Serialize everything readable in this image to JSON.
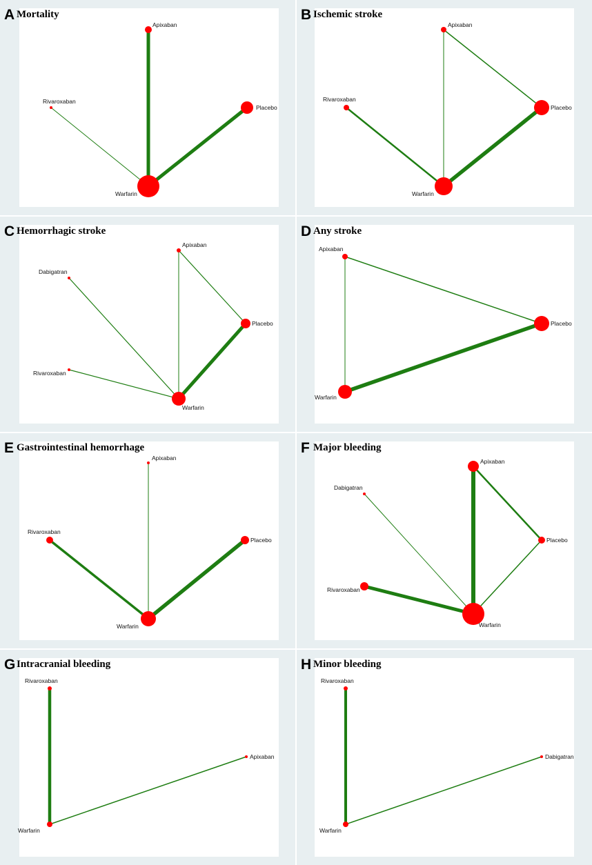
{
  "panels": [
    {
      "letter": "A",
      "title": "Mortality",
      "nodes": [
        {
          "name": "Apixaban",
          "size": 5
        },
        {
          "name": "Placebo",
          "size": 9
        },
        {
          "name": "Rivaroxaban",
          "size": 2
        },
        {
          "name": "Warfarin",
          "size": 16
        }
      ],
      "edges": [
        {
          "from": "Apixaban",
          "to": "Warfarin",
          "weight": 5
        },
        {
          "from": "Placebo",
          "to": "Warfarin",
          "weight": 5
        },
        {
          "from": "Rivaroxaban",
          "to": "Warfarin",
          "weight": 1
        }
      ]
    },
    {
      "letter": "B",
      "title": "Ischemic stroke",
      "nodes": [
        {
          "name": "Apixaban",
          "size": 4
        },
        {
          "name": "Rivaroxaban",
          "size": 4
        },
        {
          "name": "Placebo",
          "size": 11
        },
        {
          "name": "Warfarin",
          "size": 13
        }
      ],
      "edges": [
        {
          "from": "Apixaban",
          "to": "Placebo",
          "weight": 1.5
        },
        {
          "from": "Apixaban",
          "to": "Warfarin",
          "weight": 1
        },
        {
          "from": "Rivaroxaban",
          "to": "Warfarin",
          "weight": 2.5
        },
        {
          "from": "Placebo",
          "to": "Warfarin",
          "weight": 5.5
        }
      ]
    },
    {
      "letter": "C",
      "title": "Hemorrhagic stroke",
      "nodes": [
        {
          "name": "Apixaban",
          "size": 3
        },
        {
          "name": "Dabigatran",
          "size": 2
        },
        {
          "name": "Placebo",
          "size": 7
        },
        {
          "name": "Rivaroxaban",
          "size": 2
        },
        {
          "name": "Warfarin",
          "size": 10
        }
      ],
      "edges": [
        {
          "from": "Apixaban",
          "to": "Placebo",
          "weight": 1.2
        },
        {
          "from": "Apixaban",
          "to": "Warfarin",
          "weight": 1
        },
        {
          "from": "Dabigatran",
          "to": "Warfarin",
          "weight": 1.2
        },
        {
          "from": "Rivaroxaban",
          "to": "Warfarin",
          "weight": 1.2
        },
        {
          "from": "Placebo",
          "to": "Warfarin",
          "weight": 5
        }
      ]
    },
    {
      "letter": "D",
      "title": "Any stroke",
      "nodes": [
        {
          "name": "Apixaban",
          "size": 4
        },
        {
          "name": "Placebo",
          "size": 11
        },
        {
          "name": "Warfarin",
          "size": 10
        }
      ],
      "edges": [
        {
          "from": "Apixaban",
          "to": "Placebo",
          "weight": 1.5
        },
        {
          "from": "Apixaban",
          "to": "Warfarin",
          "weight": 1
        },
        {
          "from": "Placebo",
          "to": "Warfarin",
          "weight": 5.5
        }
      ]
    },
    {
      "letter": "E",
      "title": "Gastrointestinal hemorrhage",
      "nodes": [
        {
          "name": "Apixaban",
          "size": 2
        },
        {
          "name": "Rivaroxaban",
          "size": 5
        },
        {
          "name": "Placebo",
          "size": 6
        },
        {
          "name": "Warfarin",
          "size": 11
        }
      ],
      "edges": [
        {
          "from": "Apixaban",
          "to": "Warfarin",
          "weight": 1
        },
        {
          "from": "Rivaroxaban",
          "to": "Warfarin",
          "weight": 3.5
        },
        {
          "from": "Placebo",
          "to": "Warfarin",
          "weight": 5.5
        }
      ]
    },
    {
      "letter": "F",
      "title": "Major bleeding",
      "nodes": [
        {
          "name": "Apixaban",
          "size": 8
        },
        {
          "name": "Dabigatran",
          "size": 2
        },
        {
          "name": "Placebo",
          "size": 5
        },
        {
          "name": "Rivaroxaban",
          "size": 6
        },
        {
          "name": "Warfarin",
          "size": 16
        }
      ],
      "edges": [
        {
          "from": "Apixaban",
          "to": "Warfarin",
          "weight": 6
        },
        {
          "from": "Apixaban",
          "to": "Placebo",
          "weight": 2.5
        },
        {
          "from": "Dabigatran",
          "to": "Warfarin",
          "weight": 1
        },
        {
          "from": "Placebo",
          "to": "Warfarin",
          "weight": 1.5
        },
        {
          "from": "Rivaroxaban",
          "to": "Warfarin",
          "weight": 5
        }
      ]
    },
    {
      "letter": "G",
      "title": "Intracranial bleeding",
      "nodes": [
        {
          "name": "Rivaroxaban",
          "size": 3
        },
        {
          "name": "Apixaban",
          "size": 2
        },
        {
          "name": "Warfarin",
          "size": 4
        }
      ],
      "edges": [
        {
          "from": "Rivaroxaban",
          "to": "Warfarin",
          "weight": 4.5
        },
        {
          "from": "Apixaban",
          "to": "Warfarin",
          "weight": 1.5
        }
      ]
    },
    {
      "letter": "H",
      "title": "Minor bleeding",
      "nodes": [
        {
          "name": "Rivaroxaban",
          "size": 3
        },
        {
          "name": "Dabigatran",
          "size": 2
        },
        {
          "name": "Warfarin",
          "size": 4
        }
      ],
      "edges": [
        {
          "from": "Rivaroxaban",
          "to": "Warfarin",
          "weight": 4
        },
        {
          "from": "Dabigatran",
          "to": "Warfarin",
          "weight": 1.5
        }
      ]
    }
  ],
  "colors": {
    "node": "#ff0000",
    "edge": "#1e7d12",
    "plot_bg": "#ffffff",
    "figure_bg": "#e8eff1"
  }
}
